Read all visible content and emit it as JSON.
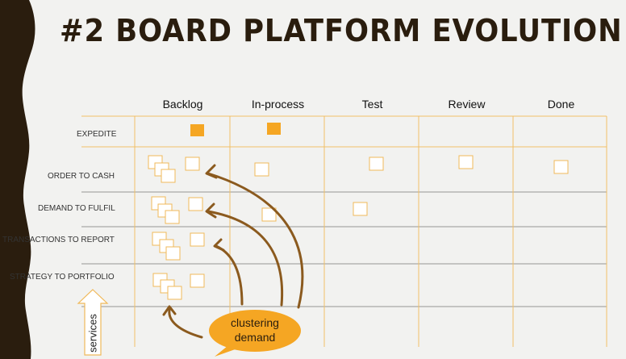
{
  "slide": {
    "title": "#2 BOARD PLATFORM EVOLUTION"
  },
  "board": {
    "columns": [
      "Backlog",
      "In-process",
      "Test",
      "Review",
      "Done"
    ],
    "rows": [
      "EXPEDITE",
      "ORDER TO CASH",
      "DEMAND TO FULFIL",
      "TRANSACTIONS TO REPORT",
      "STRATEGY TO PORTFOLIO"
    ]
  },
  "callout": {
    "line1": "clustering",
    "line2": "demand"
  },
  "services_arrow": {
    "label": "services"
  },
  "colors": {
    "title": "#2a1d0e",
    "edge_band": "#2a1d0e",
    "grid_orange": "#f1c067",
    "grid_gray": "#777777",
    "card_border": "#f0b95a",
    "expedite_card": "#f5a623",
    "arrow_brown": "#8b5a1e",
    "callout_fill": "#f5a623"
  }
}
